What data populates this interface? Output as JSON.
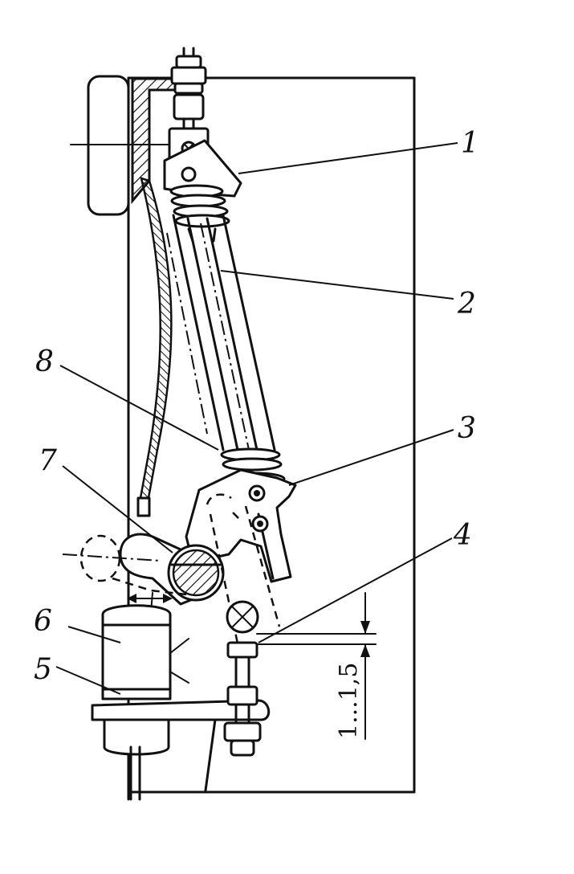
{
  "labels": [
    {
      "id": "1",
      "text": "1"
    },
    {
      "id": "2",
      "text": "2"
    },
    {
      "id": "3",
      "text": "3"
    },
    {
      "id": "4",
      "text": "4"
    },
    {
      "id": "5",
      "text": "5"
    },
    {
      "id": "6",
      "text": "6"
    },
    {
      "id": "7",
      "text": "7"
    },
    {
      "id": "8",
      "text": "8"
    }
  ],
  "dimension": {
    "text": "1...1,5"
  },
  "colors": {
    "ink": "#111111",
    "paper": "#ffffff"
  }
}
